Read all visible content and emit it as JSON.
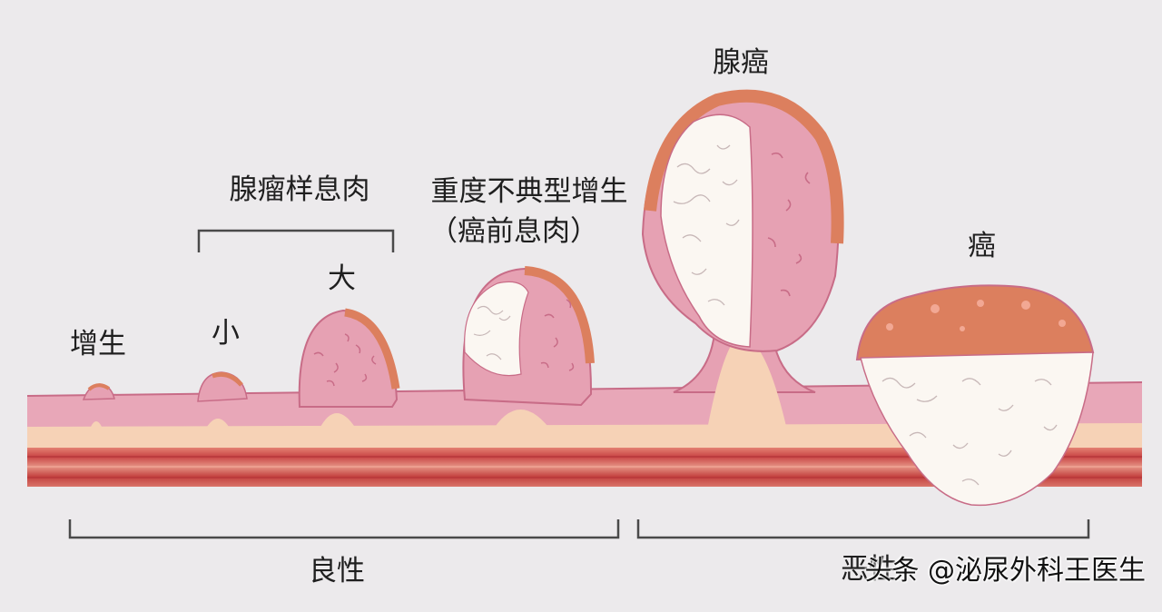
{
  "labels": {
    "hyperplasia": "增生",
    "adenomatous_polyp": "腺瘤样息肉",
    "small": "小",
    "large": "大",
    "severe_dysplasia": "重度不典型增生",
    "precancerous_polyp": "（癌前息肉）",
    "adenocarcinoma": "腺癌",
    "cancer": "癌",
    "benign": "良性",
    "malignant": "恶性"
  },
  "watermark": "头条 @泌尿外科王医生",
  "colors": {
    "background": "#eceaec",
    "mucosa": "#e8a7b8",
    "mucosa_dark": "#c86c87",
    "submucosa": "#f6d2b6",
    "muscle": "#c94545",
    "tumor_surface": "#dc7f5e",
    "tumor_white": "#fbf7f2",
    "bracket": "#4a4a4a"
  }
}
